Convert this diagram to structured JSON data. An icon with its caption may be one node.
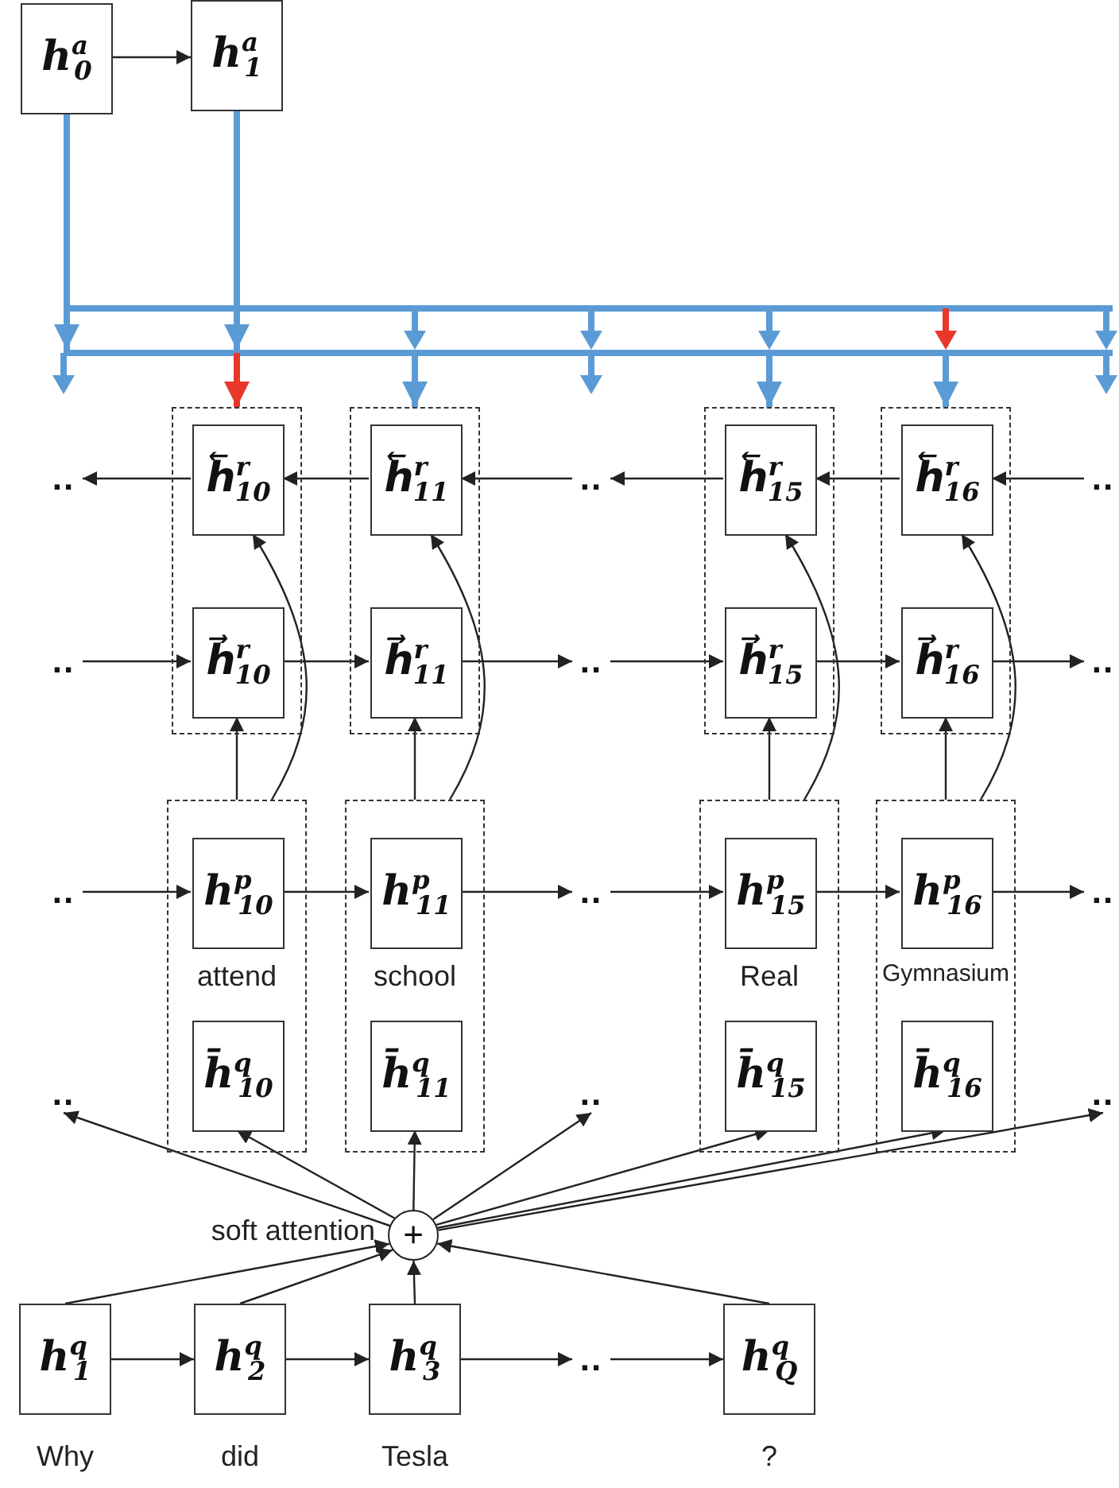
{
  "diagram": {
    "nodes": [
      {
        "text": [
          "h$^{a}$$_{0}$"
        ]
      },
      {
        "text": [
          "h$^{a}$$_{1}$"
        ]
      },
      {
        "text": [
          ".."
        ]
      },
      {
        "text": [
          ".."
        ]
      },
      {
        "text": [],
        "shape": "box"
      },
      {
        "text": [
          "h⃖$^{r}$$_{10}$"
        ],
        "in": 4
      },
      {
        "text": [
          "h⃗$^{r}$$_{10}$"
        ],
        "in": 4
      },
      {
        "text": [],
        "shape": "box"
      },
      {
        "text": [
          "h⃖$^{r}$$_{11}$"
        ],
        "in": 7
      },
      {
        "text": [
          "h⃗$^{r}$$_{11}$"
        ],
        "in": 7
      },
      {
        "text": [
          ".."
        ]
      },
      {
        "text": [
          ".."
        ]
      },
      {
        "text": [],
        "shape": "box"
      },
      {
        "text": [
          "h⃖$^{r}$$_{15}$"
        ],
        "in": 12
      },
      {
        "text": [
          "h⃗$^{r}$$_{15}$"
        ],
        "in": 12
      },
      {
        "text": [],
        "shape": "box"
      },
      {
        "text": [
          "h⃖$^{r}$$_{16}$"
        ],
        "in": 15
      },
      {
        "text": [
          "h⃗$^{r}$$_{16}$"
        ],
        "in": 15
      },
      {
        "text": [
          ".."
        ]
      },
      {
        "text": [
          ".."
        ]
      },
      {
        "text": [
          ".."
        ]
      },
      {
        "text": [
          ".."
        ]
      },
      {
        "text": [
          "attend"
        ]
      },
      {
        "text": [
          "h$^{p}$$_{10}$"
        ],
        "in": 22
      },
      {
        "text": [
          "h̄$^{q}$$_{10}$"
        ],
        "in": 22
      },
      {
        "text": [
          "school"
        ]
      },
      {
        "text": [
          "h$^{p}$$_{11}$"
        ],
        "in": 25
      },
      {
        "text": [
          "h̄$^{q}$$_{11}$"
        ],
        "in": 25
      },
      {
        "text": [
          ".."
        ]
      },
      {
        "text": [
          ".."
        ]
      },
      {
        "text": [
          "Real"
        ]
      },
      {
        "text": [
          "h$^{p}$$_{15}$"
        ],
        "in": 30
      },
      {
        "text": [
          "h̄$^{q}$$_{15}$"
        ],
        "in": 30
      },
      {
        "text": [
          "Gymnasium"
        ]
      },
      {
        "text": [
          "h$^{p}$$_{16}$"
        ],
        "in": 33
      },
      {
        "text": [
          "h̄$^{q}$$_{16}$"
        ],
        "in": 33
      },
      {
        "text": [
          ".."
        ]
      },
      {
        "text": [
          ".."
        ]
      },
      {
        "text": [
          "+"
        ],
        "beside": [
          "soft attention"
        ]
      },
      {
        "text": [
          "h$^{q}$$_{1}$"
        ],
        "beside": [
          "Why"
        ]
      },
      {
        "text": [
          "h$^{q}$$_{2}$"
        ],
        "beside": [
          "did"
        ]
      },
      {
        "text": [
          "h$^{q}$$_{3}$"
        ],
        "beside": [
          "Tesla"
        ]
      },
      {
        "text": [
          ".."
        ]
      },
      {
        "text": [
          "h$^{q}$$_{Q}$"
        ],
        "beside": [
          "?"
        ]
      }
    ],
    "edges": [
      {
        "from": 0,
        "to": 1,
        "arrow": "to"
      },
      {
        "from": 0,
        "to": null,
        "arrow": "to",
        "style": "thick",
        "color": "#5b9bd5"
      },
      {
        "from": 1,
        "to": null,
        "arrow": "to",
        "style": "thick",
        "color": "#5b9bd5"
      },
      {
        "from": null,
        "to": 4,
        "arrow": "to",
        "style": "thick",
        "color": "#e8382a"
      },
      {
        "from": null,
        "to": 7,
        "arrow": "to",
        "style": "thick",
        "color": "#5b9bd5"
      },
      {
        "from": null,
        "to": 12,
        "arrow": "to",
        "style": "thick",
        "color": "#5b9bd5"
      },
      {
        "from": null,
        "to": 15,
        "arrow": "to",
        "style": "thick",
        "color": "#5b9bd5"
      },
      {
        "from": 5,
        "to": 2,
        "arrow": "to"
      },
      {
        "from": 8,
        "to": 5,
        "arrow": "to"
      },
      {
        "from": 10,
        "to": 8,
        "arrow": "to"
      },
      {
        "from": 13,
        "to": 10,
        "arrow": "to"
      },
      {
        "from": 16,
        "to": 13,
        "arrow": "to"
      },
      {
        "from": 18,
        "to": 16,
        "arrow": "to"
      },
      {
        "from": 3,
        "to": 6,
        "arrow": "to"
      },
      {
        "from": 6,
        "to": 9,
        "arrow": "to"
      },
      {
        "from": 9,
        "to": 11,
        "arrow": "to"
      },
      {
        "from": 11,
        "to": 14,
        "arrow": "to"
      },
      {
        "from": 14,
        "to": 17,
        "arrow": "to"
      },
      {
        "from": 17,
        "to": 19,
        "arrow": "to"
      },
      {
        "from": 20,
        "to": 23,
        "arrow": "to"
      },
      {
        "from": 23,
        "to": 26,
        "arrow": "to"
      },
      {
        "from": 26,
        "to": 28,
        "arrow": "to"
      },
      {
        "from": 28,
        "to": 31,
        "arrow": "to"
      },
      {
        "from": 31,
        "to": 34,
        "arrow": "to"
      },
      {
        "from": 34,
        "to": 36,
        "arrow": "to"
      },
      {
        "from": 22,
        "to": 6,
        "arrow": "to"
      },
      {
        "from": 22,
        "to": 5,
        "arrow": "to"
      },
      {
        "from": 25,
        "to": 9,
        "arrow": "to"
      },
      {
        "from": 25,
        "to": 8,
        "arrow": "to"
      },
      {
        "from": 30,
        "to": 14,
        "arrow": "to"
      },
      {
        "from": 30,
        "to": 13,
        "arrow": "to"
      },
      {
        "from": 33,
        "to": 17,
        "arrow": "to"
      },
      {
        "from": 33,
        "to": 16,
        "arrow": "to"
      },
      {
        "from": 38,
        "to": 21,
        "arrow": "to"
      },
      {
        "from": 38,
        "to": 24,
        "arrow": "to"
      },
      {
        "from": 38,
        "to": 27,
        "arrow": "to"
      },
      {
        "from": 38,
        "to": 29,
        "arrow": "to"
      },
      {
        "from": 38,
        "to": 32,
        "arrow": "to"
      },
      {
        "from": 38,
        "to": 35,
        "arrow": "to"
      },
      {
        "from": 38,
        "to": 37,
        "arrow": "to"
      },
      {
        "from": 39,
        "to": 38,
        "arrow": "to"
      },
      {
        "from": 40,
        "to": 38,
        "arrow": "to"
      },
      {
        "from": 41,
        "to": 38,
        "arrow": "to"
      },
      {
        "from": 43,
        "to": 38,
        "arrow": "to"
      },
      {
        "from": 39,
        "to": 40,
        "arrow": "to"
      },
      {
        "from": 40,
        "to": 41,
        "arrow": "to"
      },
      {
        "from": 41,
        "to": 42,
        "arrow": "to"
      },
      {
        "from": 42,
        "to": 43,
        "arrow": "to"
      }
    ]
  }
}
